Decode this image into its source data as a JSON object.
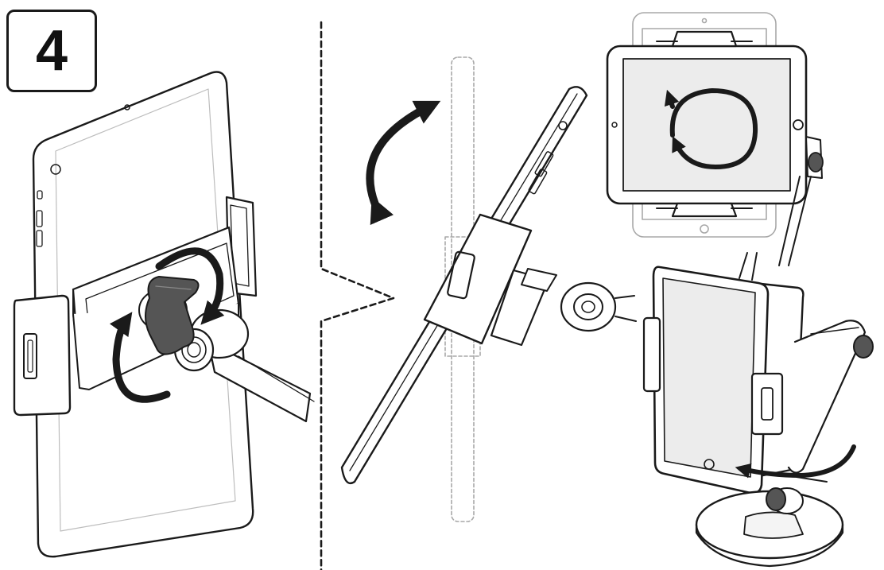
{
  "step": {
    "number": "4"
  },
  "colors": {
    "line": "#1a1a1a",
    "ghost": "#a8a8a8",
    "knob": "#555555",
    "screen": "#ececec",
    "panel": "#f4f4f4"
  },
  "figure": {
    "panels": [
      {
        "name": "knob-tighten",
        "icon": "rotate-bidirectional-icon"
      },
      {
        "name": "tilt-side-view",
        "icon": "tilt-arrow-icon"
      },
      {
        "name": "orientation-rotate",
        "icon": "rotate-circular-icon"
      },
      {
        "name": "swivel-stand",
        "icon": "swivel-arrow-icon"
      }
    ]
  }
}
